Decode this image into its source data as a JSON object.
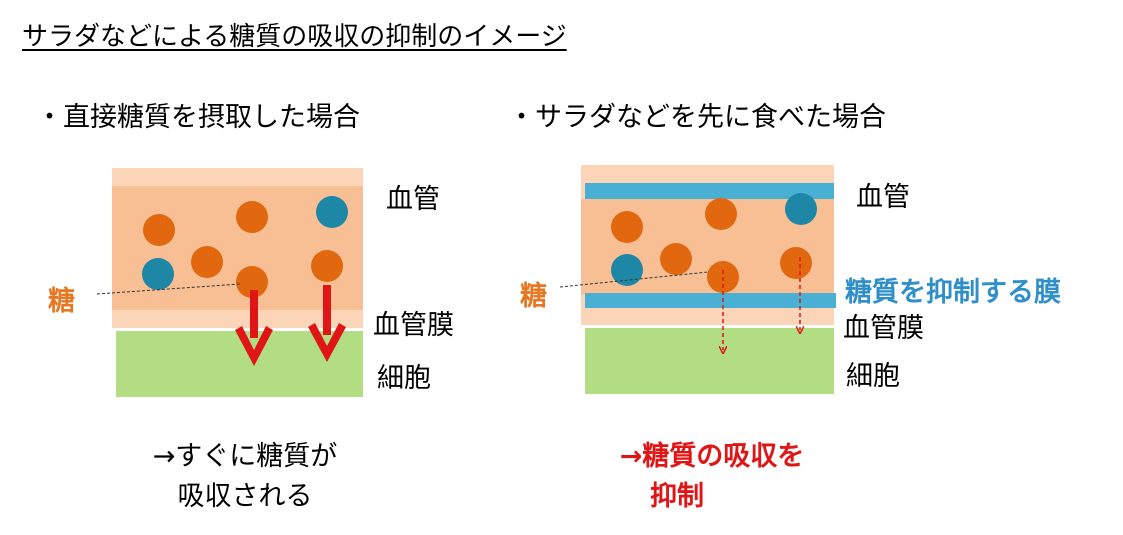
{
  "title": "サラダなどによる糖質の吸収の抑制のイメージ",
  "colors": {
    "vessel_light": "#fcd5b8",
    "vessel_mid": "#f9bf94",
    "cell_green": "#b3dd83",
    "glucose_orange": "#e1680f",
    "blue_particle": "#1f87a6",
    "membrane_blue": "#49b0d4",
    "arrow_red": "#e01515",
    "text_orange": "#e87722",
    "text_blue": "#2f8fc8",
    "text_red": "#e01515"
  },
  "left_panel": {
    "heading": "・直接糖質を摂取した場合",
    "labels": {
      "vessel": "血管",
      "vessel_membrane": "血管膜",
      "cell": "細胞",
      "sugar": "糖"
    },
    "conclusion_line1": "→すぐに糖質が",
    "conclusion_line2": "吸収される"
  },
  "right_panel": {
    "heading": "・サラダなどを先に食べた場合",
    "labels": {
      "vessel": "血管",
      "suppress_membrane": "糖質を抑制する膜",
      "vessel_membrane": "血管膜",
      "cell": "細胞",
      "sugar": "糖"
    },
    "conclusion_line1": "→糖質の吸収を",
    "conclusion_line2": "抑制"
  }
}
